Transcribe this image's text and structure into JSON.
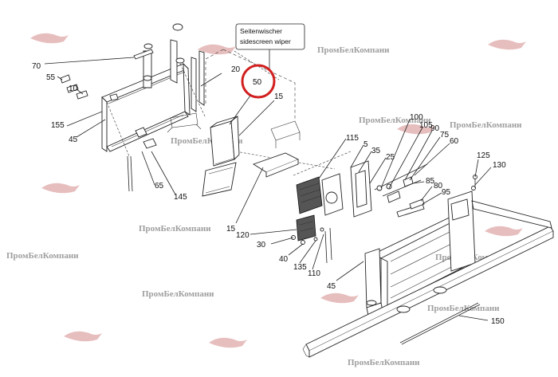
{
  "note": {
    "line1": "Seitenwischer",
    "line2": "sidescreen wiper"
  },
  "highlight": {
    "label": "50",
    "color": "#d21f1f"
  },
  "watermark": "ПромБелКомпани",
  "labels": [
    "70",
    "55",
    "10",
    "155",
    "45",
    "20",
    "15",
    "65",
    "145",
    "15",
    "120",
    "30",
    "40",
    "135",
    "110",
    "45",
    "115",
    "5",
    "35",
    "25",
    "100",
    "105",
    "90",
    "75",
    "60",
    "85",
    "80",
    "95",
    "125",
    "130",
    "150"
  ]
}
